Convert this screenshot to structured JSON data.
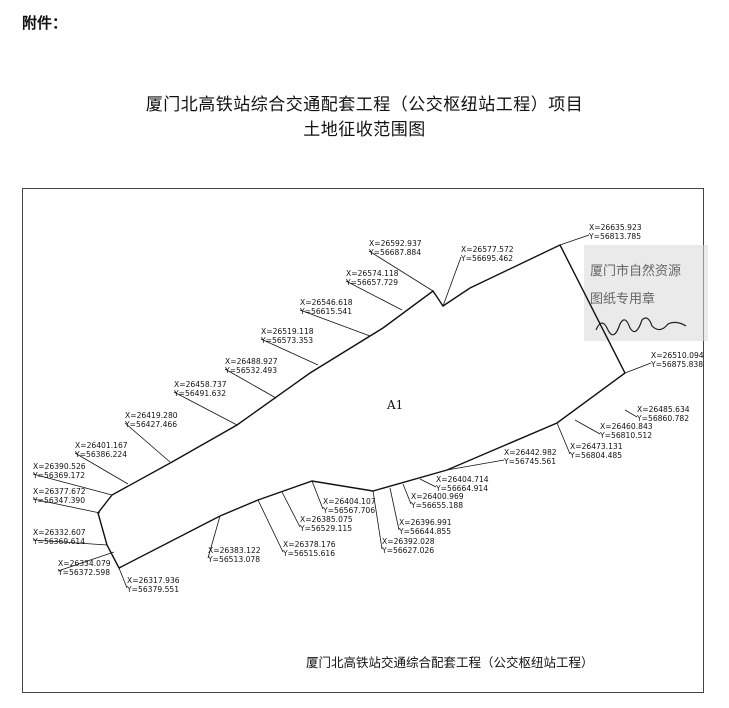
{
  "header": {
    "attachment_label": "附件：",
    "title_line1": "厦门北高铁站综合交通配套工程（公交枢纽站工程）项目",
    "title_line2": "土地征收范围图"
  },
  "map": {
    "parcel_label": "A1",
    "caption": "厦门北高铁站交通综合配套工程（公交枢纽站工程）",
    "stamp_text_1": "厦门市自然资源",
    "stamp_text_2": "图纸专用章",
    "points": [
      {
        "x": "X=26635.923",
        "y": "Y=56813.785"
      },
      {
        "x": "X=26592.937",
        "y": "Y=56687.884"
      },
      {
        "x": "X=26577.572",
        "y": "Y=56695.462"
      },
      {
        "x": "X=26574.118",
        "y": "Y=56657.729"
      },
      {
        "x": "X=26546.618",
        "y": "Y=56615.541"
      },
      {
        "x": "X=26519.118",
        "y": "Y=56573.353"
      },
      {
        "x": "X=26488.927",
        "y": "Y=56532.493"
      },
      {
        "x": "X=26458.737",
        "y": "Y=56491.632"
      },
      {
        "x": "X=26419.280",
        "y": "Y=56427.466"
      },
      {
        "x": "X=26401.167",
        "y": "Y=56386.224"
      },
      {
        "x": "X=26390.526",
        "y": "Y=56369.172"
      },
      {
        "x": "X=26377.672",
        "y": "Y=56347.390"
      },
      {
        "x": "X=26332.607",
        "y": "Y=56369.614"
      },
      {
        "x": "X=26334.079",
        "y": "Y=56372.598"
      },
      {
        "x": "X=26317.936",
        "y": "Y=56379.551"
      },
      {
        "x": "X=26383.122",
        "y": "Y=56513.078"
      },
      {
        "x": "X=26378.176",
        "y": "Y=56515.616"
      },
      {
        "x": "X=26385.075",
        "y": "Y=56529.115"
      },
      {
        "x": "X=26404.107",
        "y": "Y=56567.706"
      },
      {
        "x": "X=26392.028",
        "y": "Y=56627.026"
      },
      {
        "x": "X=26396.991",
        "y": "Y=56644.855"
      },
      {
        "x": "X=26400.969",
        "y": "Y=56655.188"
      },
      {
        "x": "X=26404.714",
        "y": "Y=56664.914"
      },
      {
        "x": "X=26442.982",
        "y": "Y=56745.561"
      },
      {
        "x": "X=26473.131",
        "y": "Y=56804.485"
      },
      {
        "x": "X=26460.843",
        "y": "Y=56810.512"
      },
      {
        "x": "X=26485.634",
        "y": "Y=56860.782"
      },
      {
        "x": "X=26510.094",
        "y": "Y=56875.838"
      }
    ]
  }
}
